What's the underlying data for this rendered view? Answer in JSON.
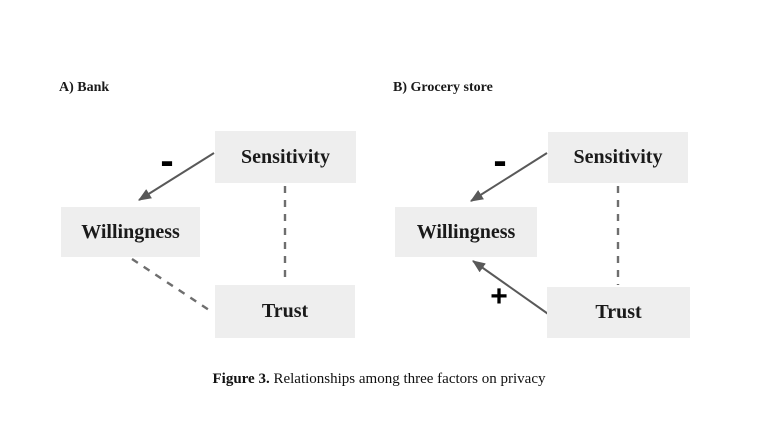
{
  "figure": {
    "caption_label": "Figure 3.",
    "caption_text": " Relationships among three factors on privacy"
  },
  "panels": [
    {
      "label": "A) Bank",
      "nodes": {
        "sensitivity": "Sensitivity",
        "willingness": "Willingness",
        "trust": "Trust"
      },
      "edges": [
        {
          "from": "Sensitivity",
          "to": "Willingness",
          "sign": "-",
          "style": "solid-arrow"
        },
        {
          "from": "Sensitivity",
          "to": "Trust",
          "sign": "",
          "style": "dashed-line"
        },
        {
          "from": "Willingness",
          "to": "Trust",
          "sign": "",
          "style": "dashed-line"
        }
      ]
    },
    {
      "label": "B) Grocery store",
      "nodes": {
        "sensitivity": "Sensitivity",
        "willingness": "Willingness",
        "trust": "Trust"
      },
      "edges": [
        {
          "from": "Sensitivity",
          "to": "Willingness",
          "sign": "-",
          "style": "solid-arrow"
        },
        {
          "from": "Sensitivity",
          "to": "Trust",
          "sign": "",
          "style": "dashed-line"
        },
        {
          "from": "Trust",
          "to": "Willingness",
          "sign": "+",
          "style": "solid-arrow"
        }
      ]
    }
  ],
  "colors": {
    "box_fill": "#eeeeee",
    "arrow": "#595959",
    "dashed_line": "#6e6e6e",
    "text": "#1a1a1a",
    "bg": "#ffffff"
  }
}
